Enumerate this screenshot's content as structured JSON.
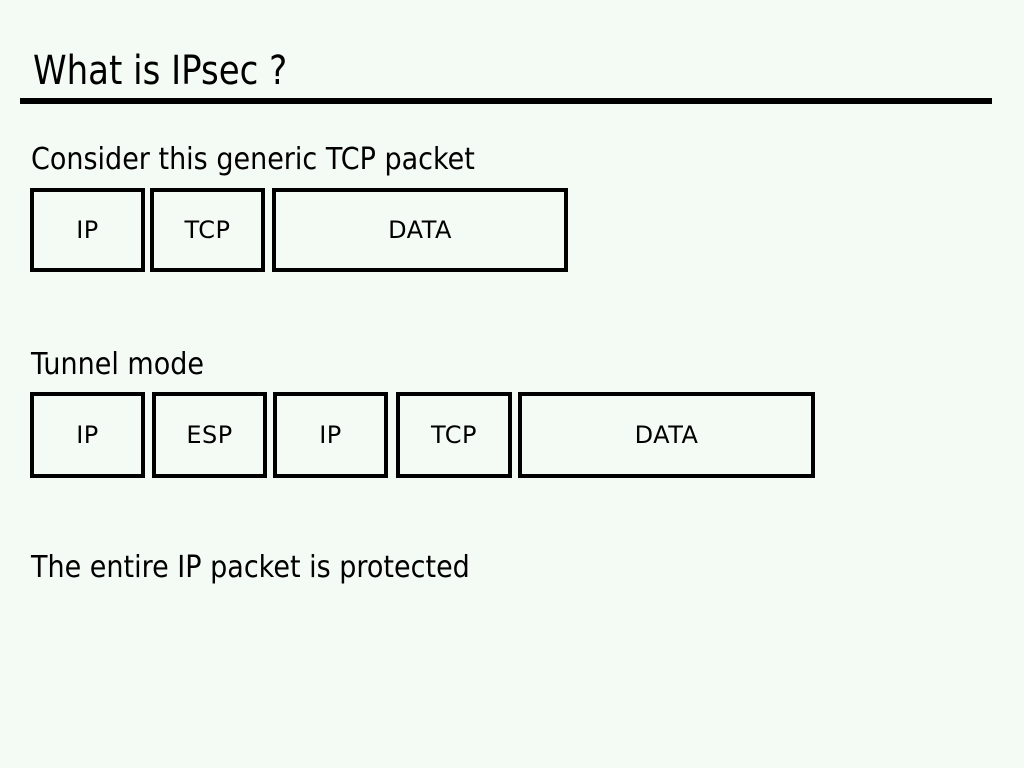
{
  "slide": {
    "title": "What is IPsec ?",
    "intro": {
      "label": "Consider this generic TCP packet",
      "boxes": [
        "IP",
        "TCP",
        "DATA"
      ]
    },
    "tunnel": {
      "label": "Tunnel mode",
      "boxes": [
        "IP",
        "ESP",
        "IP",
        "TCP",
        "DATA"
      ]
    },
    "footnote": "The entire IP packet is protected",
    "colors": {
      "background": "#f4faf4",
      "text": "#000000",
      "box_border": "#000000",
      "rule": "#000000"
    }
  }
}
